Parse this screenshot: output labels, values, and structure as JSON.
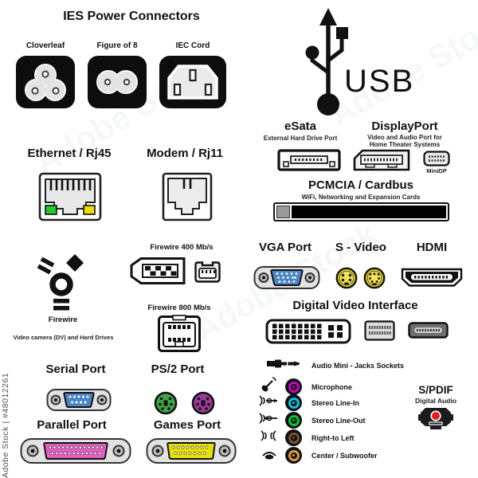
{
  "watermark": {
    "side_text": "Adobe Stock | #48012261",
    "diagonal_text": "Adobe Stock"
  },
  "power": {
    "title": "IES Power Connectors",
    "items": [
      {
        "label": "Cloverleaf"
      },
      {
        "label": "Figure of 8"
      },
      {
        "label": "IEC Cord"
      }
    ]
  },
  "usb": {
    "label": "USB"
  },
  "esata": {
    "title": "eSata",
    "subtitle": "External Hard Drive Port"
  },
  "displayport": {
    "title": "DisplayPort",
    "subtitle_line1": "Video and Audio Port for",
    "subtitle_line2": "Home Theater Systems",
    "minidp_label": "MiniDP"
  },
  "pcmcia": {
    "title": "PCMCIA / Cardbus",
    "subtitle": "WiFi, Networking and Expansion Cards"
  },
  "ethernet": {
    "title": "Ethernet / Rj45"
  },
  "modem": {
    "title": "Modem / Rj11"
  },
  "firewire": {
    "fw400_label": "Firewire 400 Mb/s",
    "fw800_label": "Firewire 800 Mb/s",
    "symbol_label": "Firewire",
    "subtitle": "Video camera (DV) and Hard Drives"
  },
  "video": {
    "vga_title": "VGA Port",
    "svideo_title": "S - Video",
    "hdmi_title": "HDMI"
  },
  "dvi": {
    "title": "Digital Video Interface"
  },
  "ports": {
    "serial_title": "Serial Port",
    "ps2_title": "PS/2 Port",
    "parallel_title": "Parallel Port",
    "games_title": "Games Port"
  },
  "audio": {
    "header": "Audio Mini - Jacks Sockets",
    "items": [
      {
        "label": "Microphone",
        "color": "#cc00cc"
      },
      {
        "label": "Stereo Line-In",
        "color": "#00c6e8"
      },
      {
        "label": "Stereo Line-Out",
        "color": "#00c838"
      },
      {
        "label": "Right-to Left",
        "color": "#7a5230"
      },
      {
        "label": "Center / Subwoofer",
        "color": "#e09a3c"
      }
    ]
  },
  "spdif": {
    "title": "S/PDIF",
    "subtitle": "Digital Audio"
  },
  "colors": {
    "vga_blue": "#4a86c8",
    "serial_blue": "#4a86c8",
    "parallel_pink": "#e45fc1",
    "games_yellow": "#e8df00",
    "svideo_yellow": "#ecd500",
    "ps2_green": "#3ba547",
    "ps2_purple": "#993a99",
    "ethernet_led_green": "#22cc22",
    "ethernet_led_yellow": "#eedd00",
    "spdif_red": "#e02020",
    "connector_black": "#0d0d0d"
  }
}
